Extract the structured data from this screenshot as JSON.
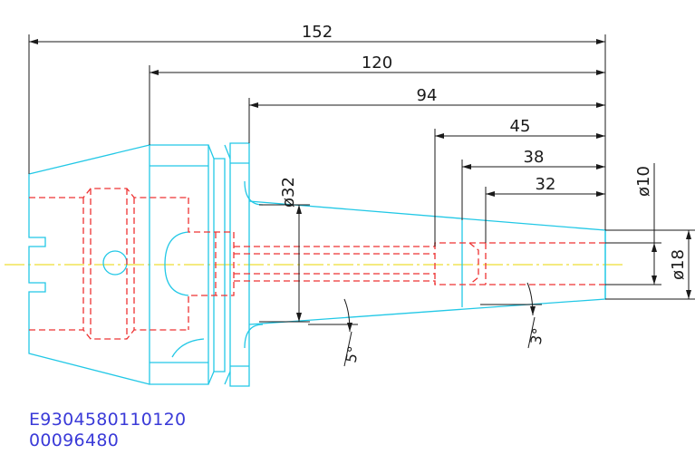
{
  "dimensions": {
    "overall_length": "152",
    "length_from_flange": "120",
    "length_from_face": "94",
    "taper_length": "45",
    "bore_depth": "38",
    "inner_depth": "32",
    "shank_diameter": "ø32",
    "tip_bore_diameter": "ø10",
    "tip_diameter": "ø18",
    "taper_angle_left": "5°",
    "taper_angle_right": "3°"
  },
  "part_codes": {
    "code_line_1": "E9304580110120",
    "code_line_2": "00096480"
  },
  "colors": {
    "outline": "#22c8e6",
    "hidden_lines": "#ee3333",
    "dimensions": "#1a1a1a",
    "centerline": "#e8d400",
    "code_text": "#3a3ad8"
  }
}
